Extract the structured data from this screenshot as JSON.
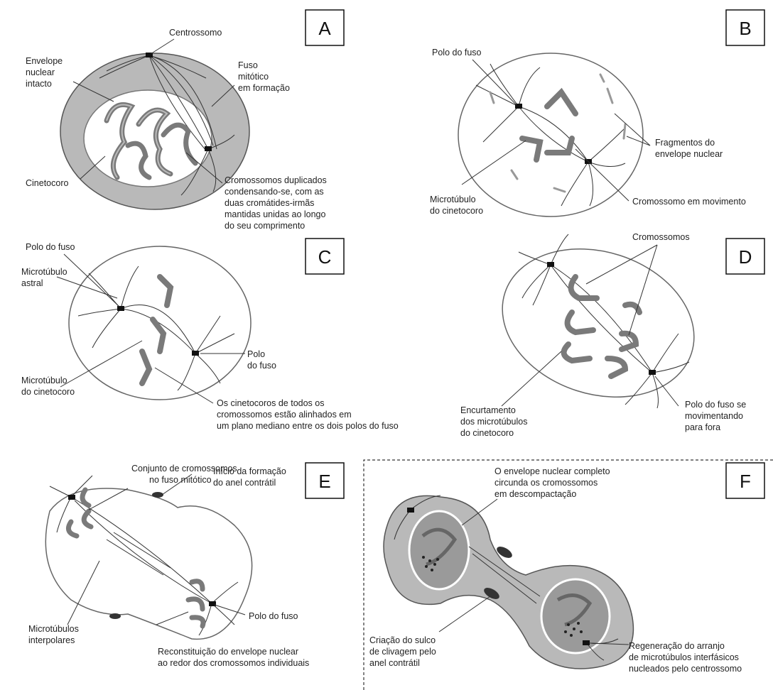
{
  "panels": {
    "A": {
      "letter": "A",
      "labels": {
        "centrossomo": "Centrossomo",
        "envelope": [
          "Envelope",
          "nuclear",
          "intacto"
        ],
        "fuso": [
          "Fuso",
          "mitótico",
          "em formação"
        ],
        "cinetocoro": "Cinetocoro",
        "cromossomos": [
          "Cromossomos duplicados",
          "condensando-se, com as",
          "duas cromátides-irmãs",
          "mantidas unidas ao longo",
          "do seu comprimento"
        ]
      }
    },
    "B": {
      "letter": "B",
      "labels": {
        "polo": "Polo do fuso",
        "fragmentos": [
          "Fragmentos do",
          "envelope nuclear"
        ],
        "microtubulo": [
          "Microtúbulo",
          "do cinetocoro"
        ],
        "movimento": "Cromossomo em movimento"
      }
    },
    "C": {
      "letter": "C",
      "labels": {
        "polo1": "Polo do fuso",
        "astral": [
          "Microtúbulo",
          "astral"
        ],
        "polo2": [
          "Polo",
          "do fuso"
        ],
        "cinetocoro": [
          "Microtúbulo",
          "do cinetocoro"
        ],
        "alinhados": [
          "Os cinetocoros de todos os",
          "cromossomos estão alinhados em",
          "um plano mediano entre os dois polos do fuso"
        ]
      }
    },
    "D": {
      "letter": "D",
      "labels": {
        "cromossomos": "Cromossomos",
        "encurtamento": [
          "Encurtamento",
          "dos microtúbulos",
          "do cinetocoro"
        ],
        "polo": [
          "Polo do fuso se",
          "movimentando",
          "para fora"
        ]
      }
    },
    "E": {
      "letter": "E",
      "labels": {
        "conjunto": [
          "Conjunto de cromossomos",
          "no fuso mitótico"
        ],
        "inicio": [
          "Início da formação",
          "do anel contrátil"
        ],
        "interpolares": [
          "Microtúbulos",
          "interpolares"
        ],
        "polo": "Polo do fuso",
        "reconstituicao": [
          "Reconstituição do envelope nuclear",
          "ao redor dos cromossomos individuais"
        ]
      }
    },
    "F": {
      "letter": "F",
      "labels": {
        "envelope": [
          "O envelope nuclear completo",
          "circunda os cromossomos",
          "em descompactação"
        ],
        "sulco": [
          "Criação do sulco",
          "de clivagem pelo",
          "anel contrátil"
        ],
        "regeneracao": [
          "Regeneração do arranjo",
          "de microtúbulos interfásicos",
          "nucleados pelo centrossomo"
        ]
      }
    }
  },
  "colors": {
    "cytoplasm_gray": "#b9b9b9",
    "chromosome": "#7a7a7a",
    "line": "#444444"
  }
}
